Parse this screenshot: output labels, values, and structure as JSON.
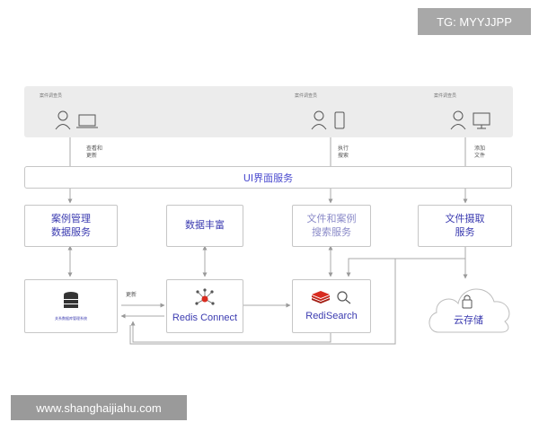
{
  "tg_label": "TG: MYYJJPP",
  "watermark": "www.shanghaijiahu.com",
  "actors": [
    {
      "label": "案件调查员"
    },
    {
      "label": "案件调查员"
    },
    {
      "label": "案件调查员"
    }
  ],
  "flow_labels": {
    "view_update": [
      "查看和",
      "更新"
    ],
    "execute_search": [
      "执行",
      "搜索"
    ],
    "add_files": [
      "添加",
      "文件"
    ],
    "update": "更新"
  },
  "ui_service": "UI界面服务",
  "services": {
    "case_mgmt": [
      "案例管理",
      "数据服务"
    ],
    "data_enrich": "数据丰富",
    "file_search": [
      "文件和案例",
      "搜索服务"
    ],
    "file_extract": [
      "文件摄取",
      "服务"
    ]
  },
  "db_label": "关系数据库管理系统",
  "redis_connect": "Redis Connect",
  "redisearch": "RediSearch",
  "cloud_storage": "云存储",
  "colors": {
    "accent": "#3b3bb0",
    "redis_red": "#d82c20",
    "line": "#a8a8a8"
  }
}
